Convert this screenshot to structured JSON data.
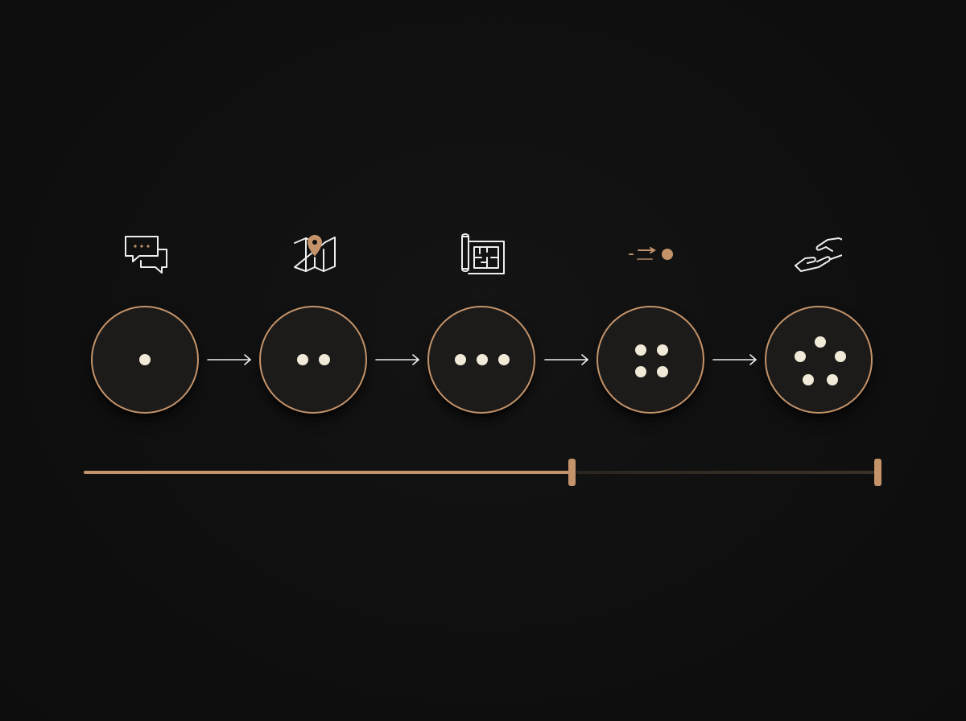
{
  "diagram": {
    "accent_color": "#c4936a",
    "dot_color": "#f1ead8",
    "node_fill": "#1c1b1a",
    "background": "#0f0f0f",
    "steps": [
      {
        "icon": "chat-bubbles-icon",
        "dots": 1
      },
      {
        "icon": "map-pin-icon",
        "dots": 2
      },
      {
        "icon": "blueprint-icon",
        "dots": 3
      },
      {
        "icon": "moving-dot-icon",
        "dots": 4
      },
      {
        "icon": "handshake-icon",
        "dots": 5
      }
    ],
    "progress": {
      "value": 0.61
    }
  }
}
